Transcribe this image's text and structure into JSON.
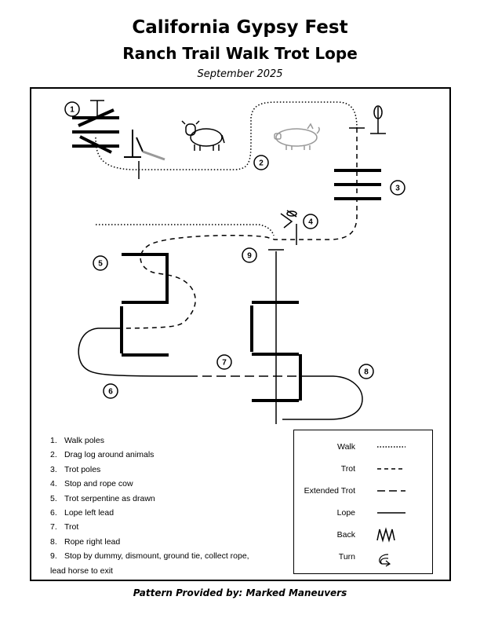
{
  "header": {
    "title": "California Gypsy Fest",
    "subtitle": "Ranch Trail Walk Trot Lope",
    "date": "September 2025"
  },
  "markers": [
    "1",
    "2",
    "3",
    "4",
    "5",
    "6",
    "7",
    "8",
    "9"
  ],
  "steps": [
    {
      "num": "1.",
      "text": "Walk poles"
    },
    {
      "num": "2.",
      "text": "Drag log around animals"
    },
    {
      "num": "3.",
      "text": "Trot poles"
    },
    {
      "num": "4.",
      "text": "Stop and rope cow"
    },
    {
      "num": "5.",
      "text": "Trot serpentine as drawn"
    },
    {
      "num": "6.",
      "text": "Lope left lead"
    },
    {
      "num": "7.",
      "text": "Trot"
    },
    {
      "num": "8.",
      "text": "Rope right lead"
    },
    {
      "num": "9.",
      "text": "Stop by dummy, dismount, ground tie, collect rope,",
      "cont": "lead horse to exit"
    }
  ],
  "legend": {
    "walk": "Walk",
    "trot": "Trot",
    "extended_trot": "Extended Trot",
    "lope": "Lope",
    "back": "Back",
    "turn": "Turn"
  },
  "footer": "Pattern Provided by: Marked Maneuvers"
}
